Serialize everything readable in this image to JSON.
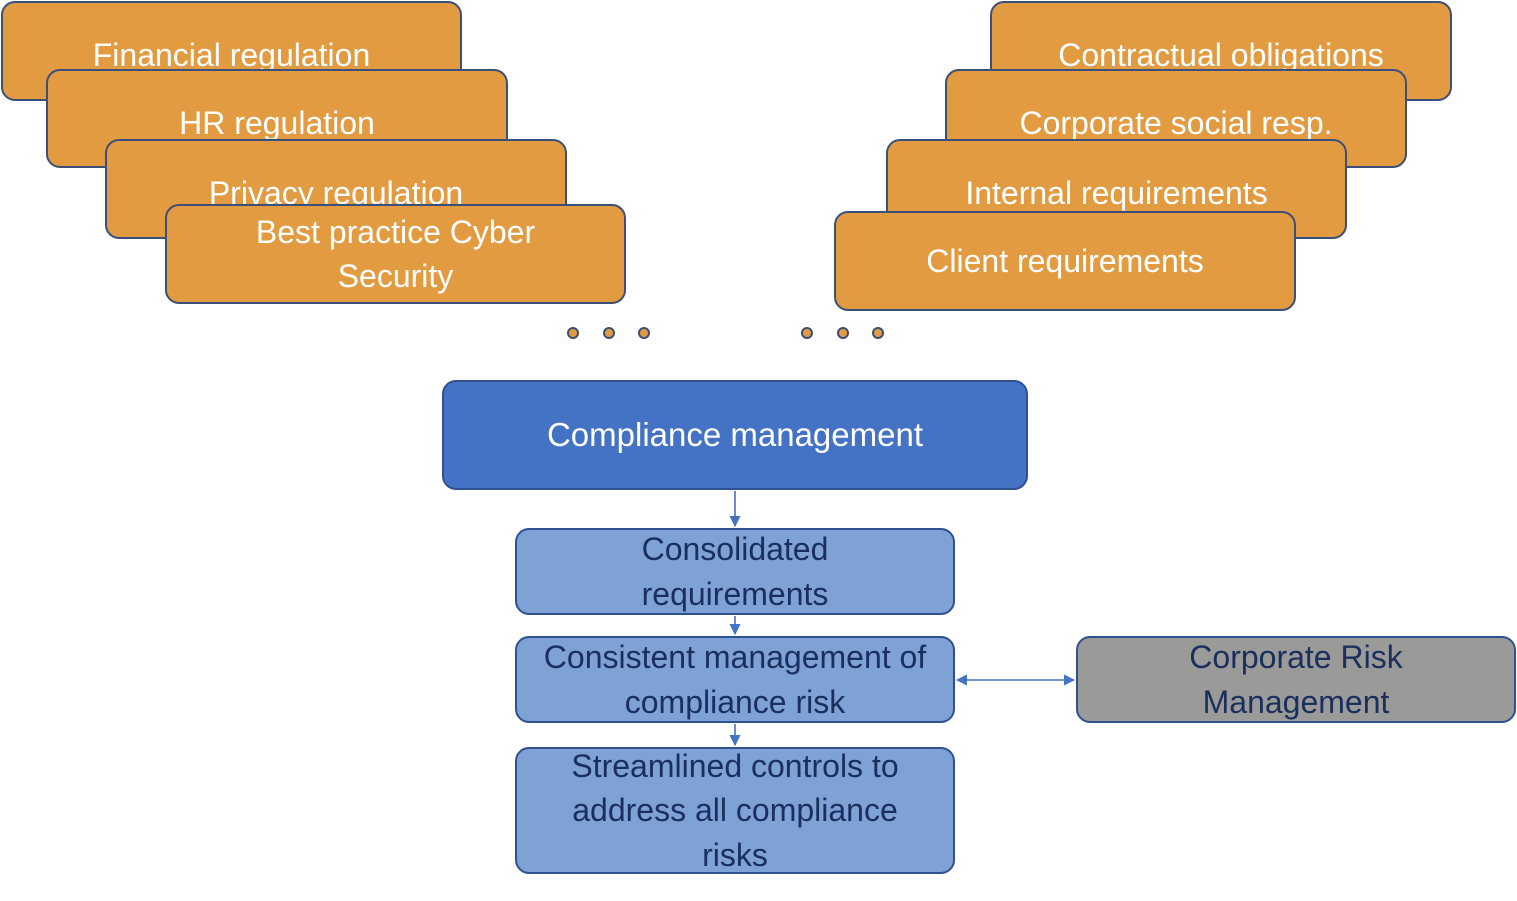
{
  "left_sources": [
    "Financial regulation",
    "HR regulation",
    "Privacy regulation",
    "Best practice Cyber Security"
  ],
  "right_sources": [
    "Contractual obligations",
    "Corporate social resp.",
    "Internal requirements",
    "Client requirements"
  ],
  "hub": "Compliance management",
  "flow": [
    "Consolidated requirements",
    "Consistent management of compliance risk",
    "Streamlined controls to address all compliance risks"
  ],
  "side": "Corporate Risk Management",
  "colors": {
    "source_fill": "#E39B42",
    "hub_fill": "#4472C4",
    "flow_fill": "#7EA1D6",
    "side_fill": "#9A9A98",
    "outline": "#2F528F"
  }
}
